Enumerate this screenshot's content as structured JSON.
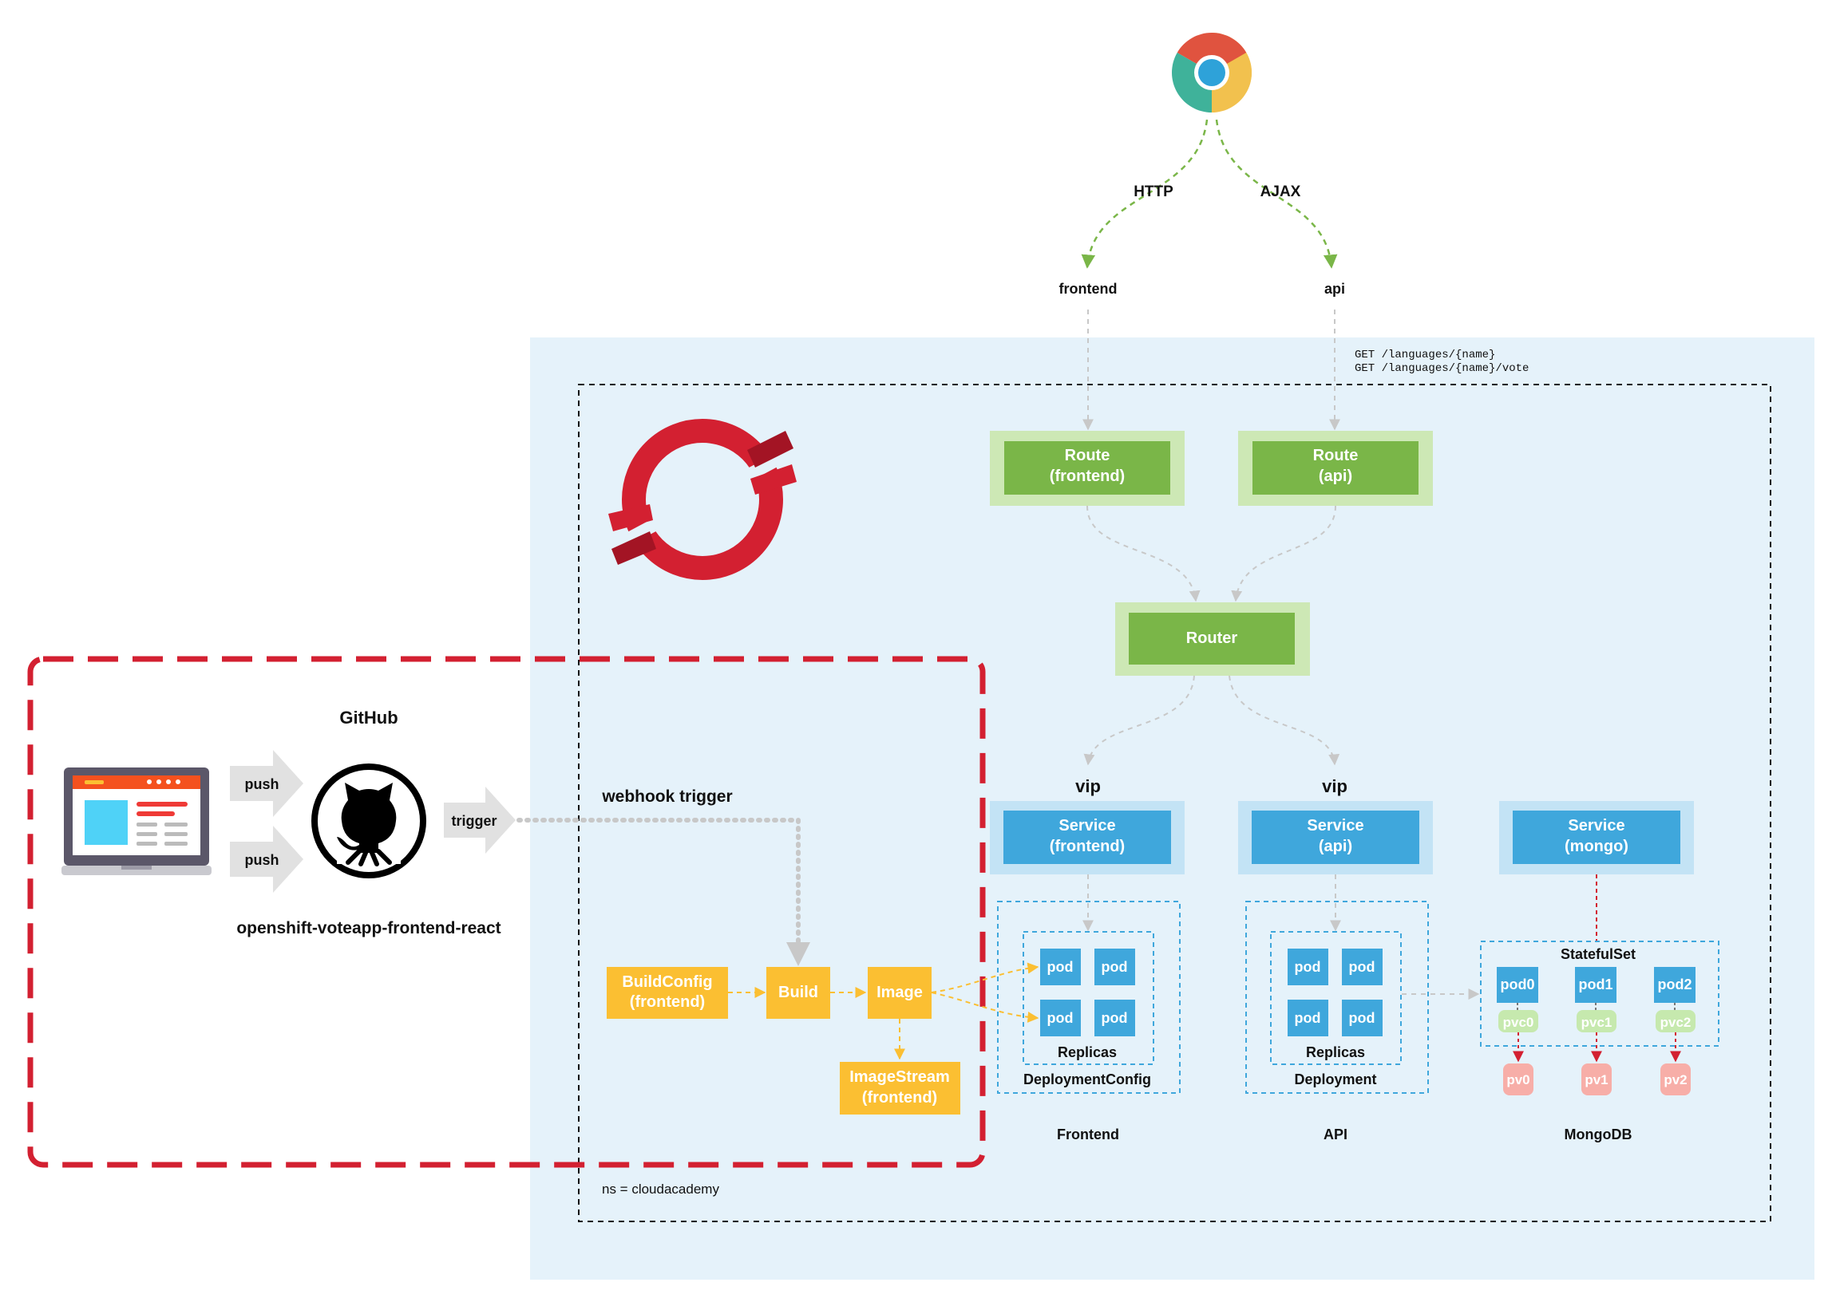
{
  "browser": {
    "http_label": "HTTP",
    "ajax_label": "AJAX",
    "frontend_label": "frontend",
    "api_label": "api",
    "api_routes": [
      "GET /languages/{name}",
      "GET /languages/{name}/vote"
    ]
  },
  "routes": {
    "frontend": [
      "Route",
      "(frontend)"
    ],
    "api": [
      "Route",
      "(api)"
    ],
    "router": "Router"
  },
  "services": {
    "vip_label": "vip",
    "frontend": [
      "Service",
      "(frontend)"
    ],
    "api": [
      "Service",
      "(api)"
    ],
    "mongo": [
      "Service",
      "(mongo)"
    ]
  },
  "pods": {
    "pod_label": "pod",
    "replicas_label": "Replicas",
    "deploymentconfig_label": "DeploymentConfig",
    "deployment_label": "Deployment",
    "statefulset_label": "StatefulSet",
    "mongo_pods": [
      "pod0",
      "pod1",
      "pod2"
    ],
    "pvcs": [
      "pvc0",
      "pvc1",
      "pvc2"
    ],
    "pvs": [
      "pv0",
      "pv1",
      "pv2"
    ]
  },
  "tiers": {
    "frontend": "Frontend",
    "api": "API",
    "mongodb": "MongoDB"
  },
  "namespace_label": "ns = cloudacademy",
  "github": {
    "title": "GitHub",
    "repo": "openshift-voteapp-frontend-react",
    "push_label": "push",
    "trigger_label": "trigger",
    "webhook_label": "webhook trigger"
  },
  "build": {
    "buildconfig": [
      "BuildConfig",
      "(frontend)"
    ],
    "build": "Build",
    "image": "Image",
    "imagestream": [
      "ImageStream",
      "(frontend)"
    ]
  },
  "colors": {
    "panel_bg": "#e5f2fa",
    "route_green": "#7ab648",
    "route_halo": "#cde8b5",
    "service_blue": "#3fa7dc",
    "service_halo": "#c3e3f5",
    "build_yellow": "#fbbf32",
    "openshift_red": "#d32031",
    "pvc_green": "#c6e9ae",
    "pv_pink": "#f7aea8"
  }
}
